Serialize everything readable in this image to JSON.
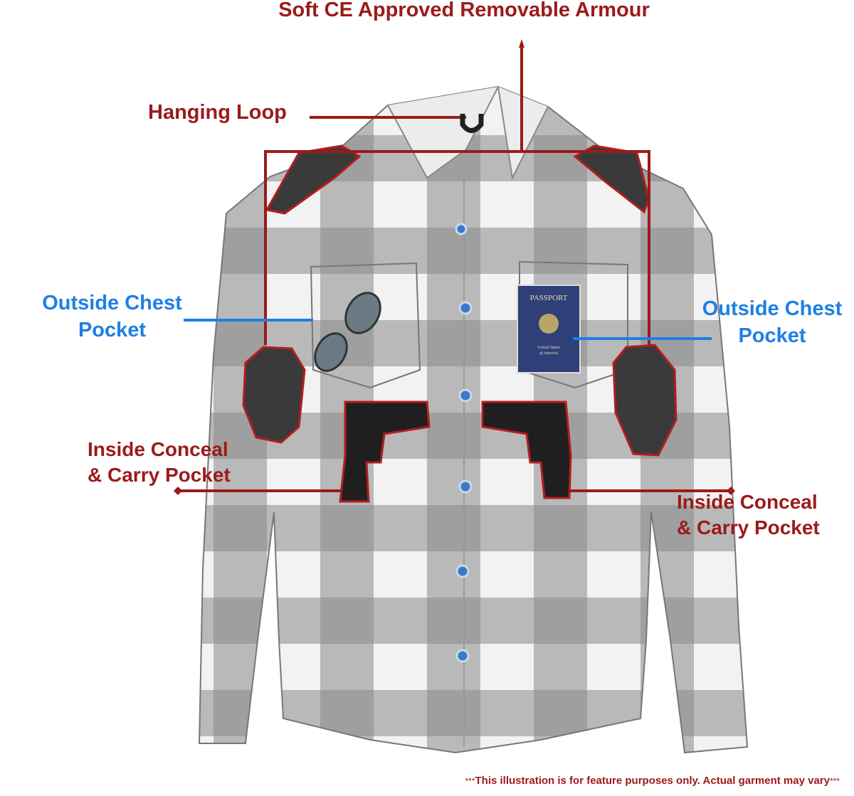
{
  "labels": {
    "armour": "Soft CE Approved Removable Armour",
    "hanging_loop": "Hanging Loop",
    "outside_chest_left": [
      "Outside Chest",
      "Pocket"
    ],
    "outside_chest_right": [
      "Outside Chest",
      "Pocket"
    ],
    "inside_conceal_left": [
      "Inside Conceal",
      "& Carry Pocket"
    ],
    "inside_conceal_right": [
      "Inside Conceal",
      "& Carry Pocket"
    ]
  },
  "passport": {
    "title": "PASSPORT",
    "country": [
      "United States",
      "of America"
    ]
  },
  "disclaimer": {
    "prefix": "***",
    "text": "This illustration is for feature purposes only.  Actual garment may vary",
    "suffix": "***"
  },
  "colors": {
    "red": "#9c1a1a",
    "blue": "#1f7fe6",
    "shirt_gray": "#8f8f8f"
  }
}
